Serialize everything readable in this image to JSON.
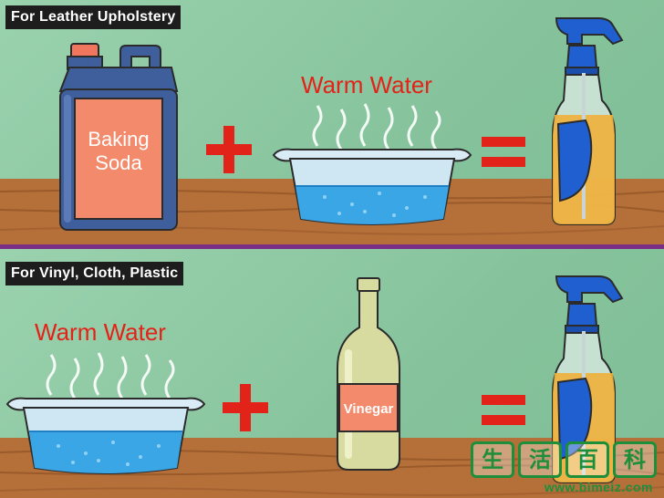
{
  "top": {
    "section_label": "For Leather Upholstery",
    "ingredient_label": "Baking Soda",
    "ingredient_line1": "Baking",
    "ingredient_line2": "Soda",
    "water_label": "Warm Water"
  },
  "bottom": {
    "section_label": "For Vinyl, Cloth, Plastic",
    "water_label": "Warm Water",
    "vinegar_label": "Vinegar"
  },
  "watermark": {
    "characters": [
      "生",
      "活",
      "百",
      "科"
    ],
    "url": "www.bimeiz.com"
  },
  "colors": {
    "background": "#8fc9a5",
    "counter": "#b5703a",
    "accent_red": "#e2231a",
    "divider": "#7a2e86",
    "jug_blue": "#3f5f9c",
    "label_orange": "#f28a6b",
    "water_blue": "#3aa6e6",
    "spray_blue": "#1f5fcf",
    "bottle_green": "#d7dba0"
  },
  "icons": {
    "jug": "jug-icon",
    "bowl": "bowl-icon",
    "bottle": "vinegar-bottle-icon",
    "spray": "spray-bottle-icon",
    "plus": "plus-icon",
    "equals": "equals-icon"
  }
}
